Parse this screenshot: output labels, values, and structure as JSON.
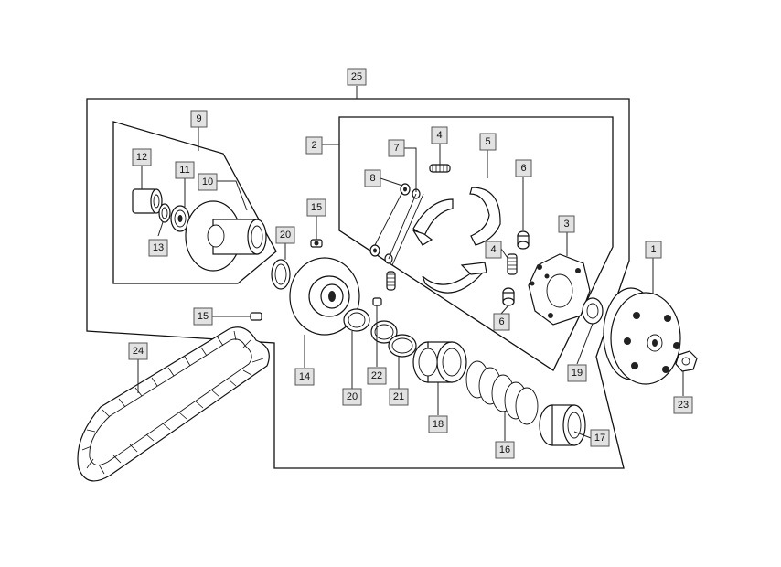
{
  "diagram": {
    "callouts": [
      {
        "id": "c25",
        "label": "25"
      },
      {
        "id": "c9",
        "label": "9"
      },
      {
        "id": "c2",
        "label": "2"
      },
      {
        "id": "c7",
        "label": "7"
      },
      {
        "id": "c4a",
        "label": "4"
      },
      {
        "id": "c5",
        "label": "5"
      },
      {
        "id": "c8",
        "label": "8"
      },
      {
        "id": "c12",
        "label": "12"
      },
      {
        "id": "c11",
        "label": "11"
      },
      {
        "id": "c10",
        "label": "10"
      },
      {
        "id": "c6a",
        "label": "6"
      },
      {
        "id": "c3",
        "label": "3"
      },
      {
        "id": "c15a",
        "label": "15"
      },
      {
        "id": "c13",
        "label": "13"
      },
      {
        "id": "c20a",
        "label": "20"
      },
      {
        "id": "c4b",
        "label": "4"
      },
      {
        "id": "c1",
        "label": "1"
      },
      {
        "id": "c15b",
        "label": "15"
      },
      {
        "id": "c6b",
        "label": "6"
      },
      {
        "id": "c24",
        "label": "24"
      },
      {
        "id": "c14",
        "label": "14"
      },
      {
        "id": "c22",
        "label": "22"
      },
      {
        "id": "c19",
        "label": "19"
      },
      {
        "id": "c20b",
        "label": "20"
      },
      {
        "id": "c21",
        "label": "21"
      },
      {
        "id": "c23",
        "label": "23"
      },
      {
        "id": "c18",
        "label": "18"
      },
      {
        "id": "c17",
        "label": "17"
      },
      {
        "id": "c16",
        "label": "16"
      }
    ]
  }
}
